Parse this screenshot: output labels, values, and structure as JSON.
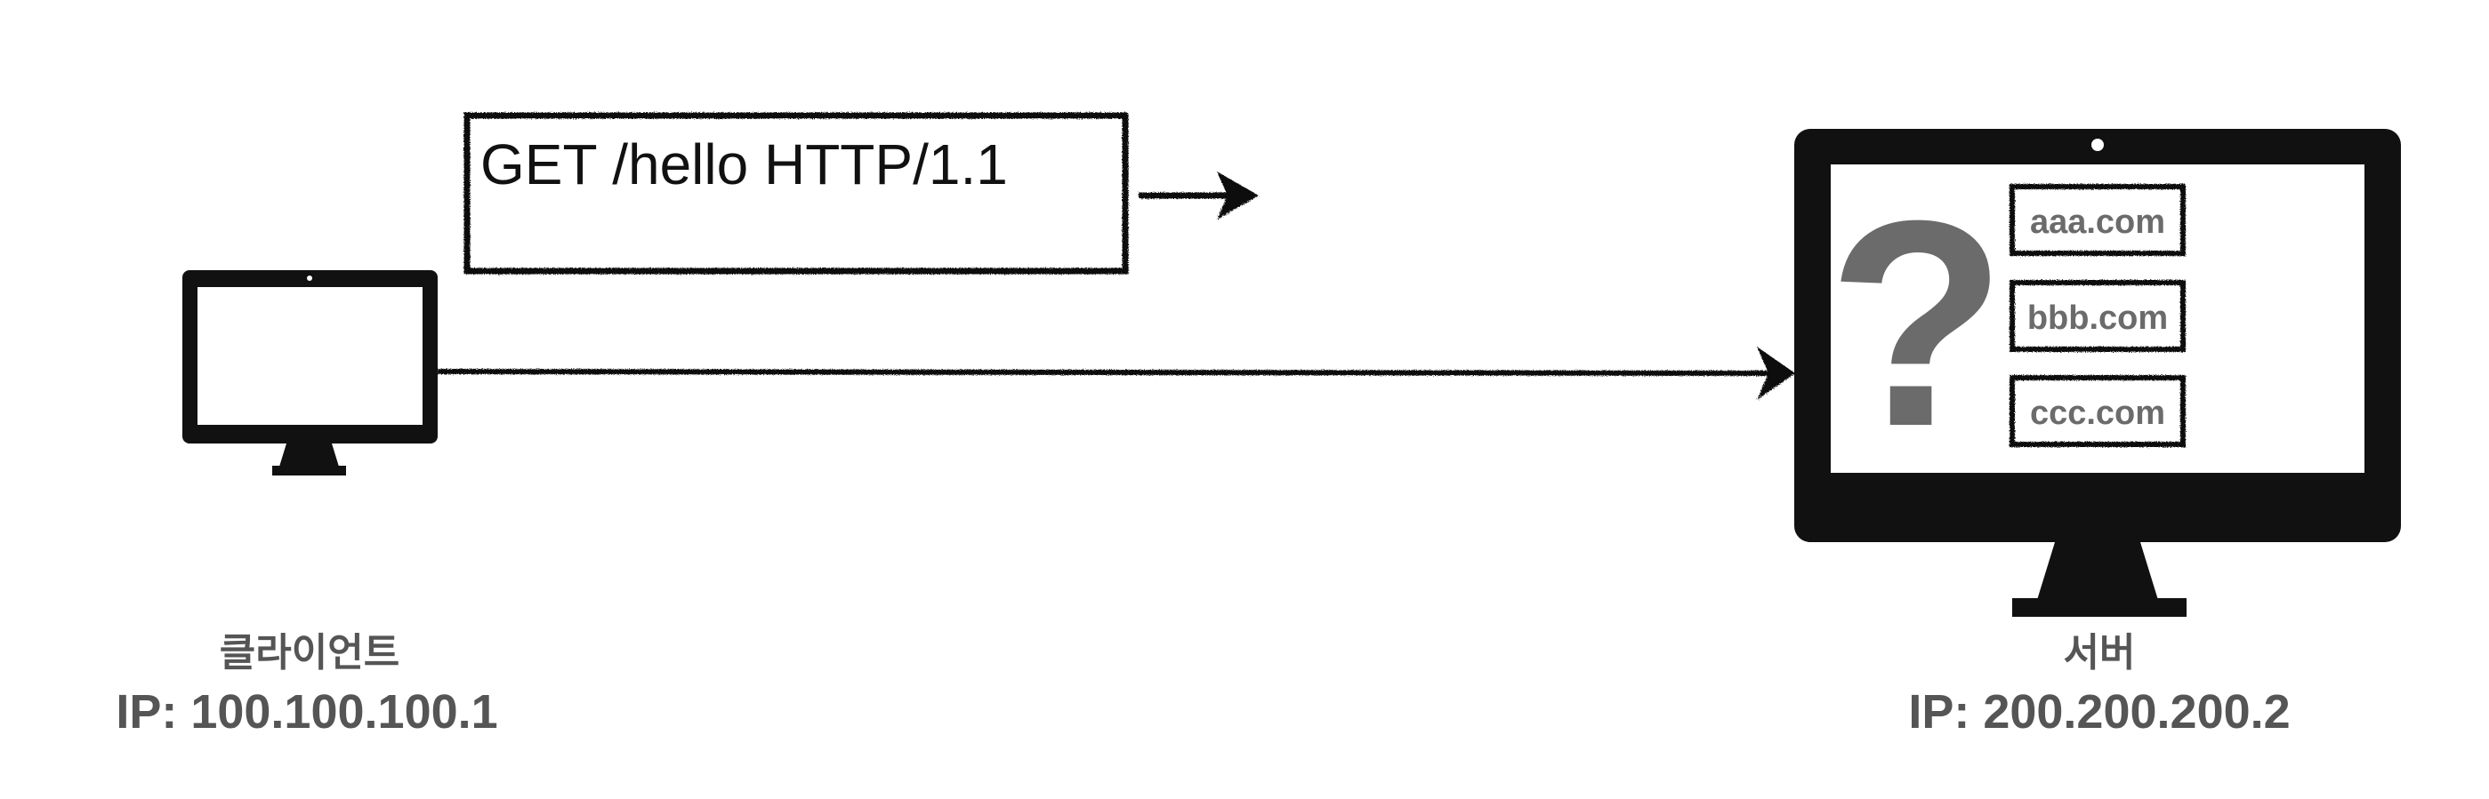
{
  "request": {
    "line": "GET /hello HTTP/1.1"
  },
  "client": {
    "name": "클라이언트",
    "ip": "IP: 100.100.100.1"
  },
  "server": {
    "name": "서버",
    "ip": "IP: 200.200.200.2",
    "unknown_symbol": "?",
    "domains": [
      "aaa.com",
      "bbb.com",
      "ccc.com"
    ]
  },
  "colors": {
    "line": "#111111",
    "label": "#555555",
    "question": "#6b6b6b",
    "domain_text": "#6b6b6b"
  }
}
